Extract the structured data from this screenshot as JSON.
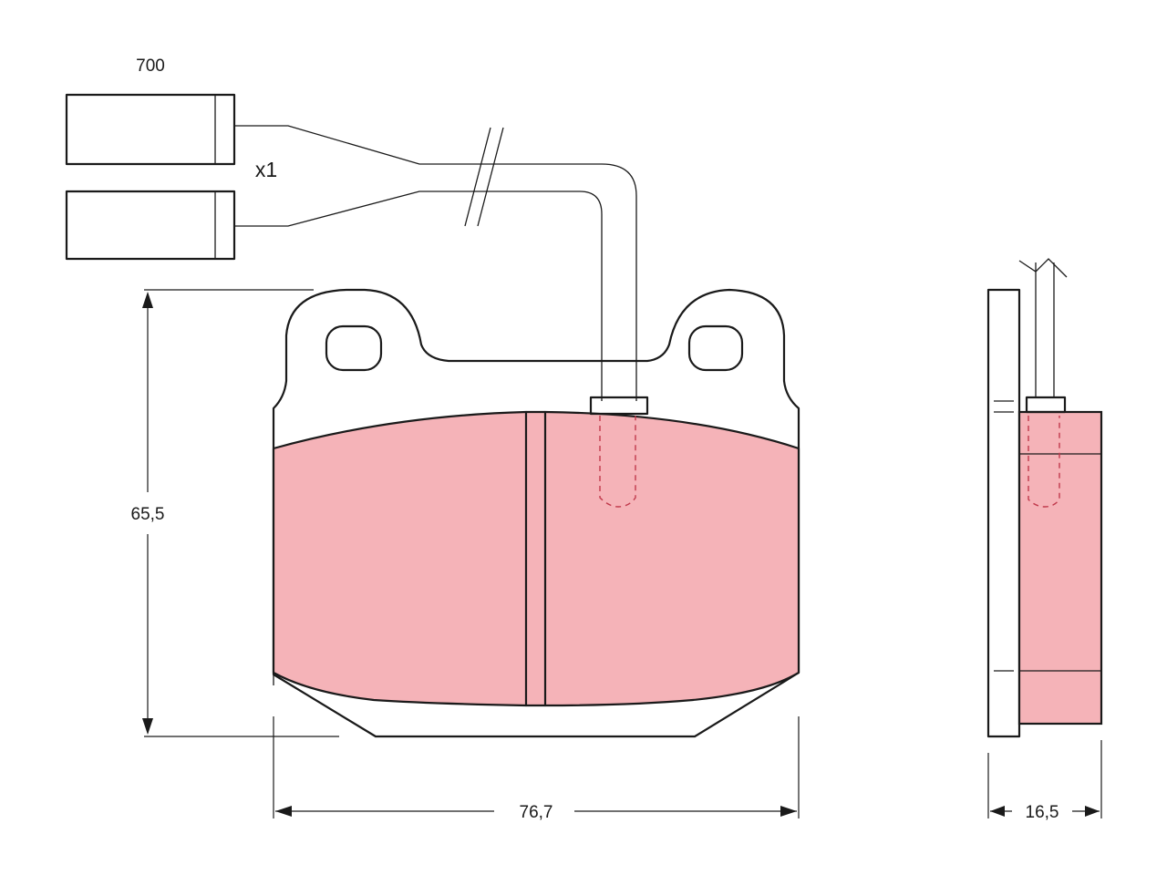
{
  "labels": {
    "sensor_length": "700",
    "sensor_quantity": "x1",
    "height": "65,5",
    "width": "76,7",
    "thickness": "16,5"
  },
  "colors": {
    "friction_material": "#f5b3b8",
    "outline": "#1a1a1a",
    "dashed_hidden": "#c0394b",
    "background": "#ffffff"
  }
}
